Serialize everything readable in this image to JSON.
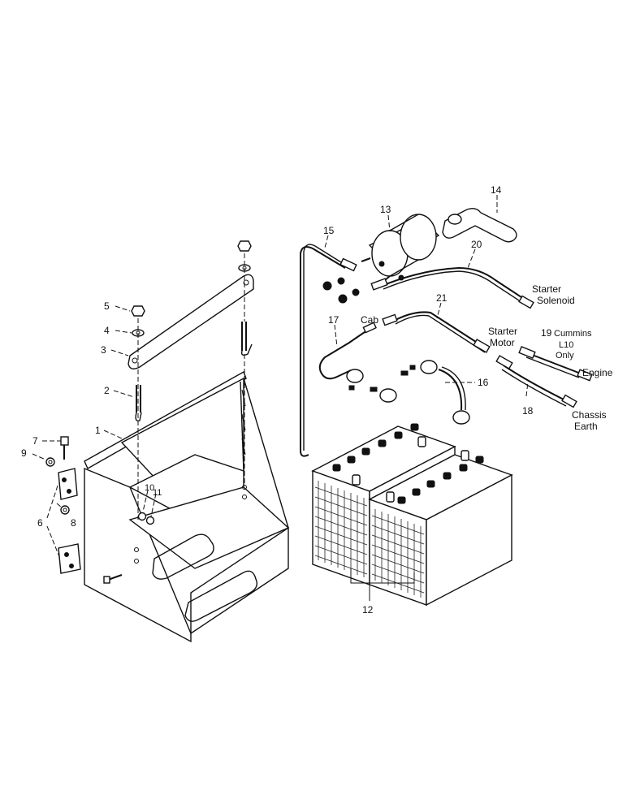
{
  "diagram": {
    "part_labels": [
      "1",
      "2",
      "3",
      "4",
      "5",
      "6",
      "7",
      "8",
      "9",
      "10",
      "11",
      "12",
      "13",
      "14",
      "15",
      "16",
      "17",
      "18",
      "19",
      "20",
      "21"
    ],
    "callouts": {
      "cab": "Cab",
      "starter_solenoid_1": "Starter",
      "starter_solenoid_2": "Solenoid",
      "starter_motor_1": "Starter",
      "starter_motor_2": "Motor",
      "cummins_1": "Cummins",
      "cummins_2": "L10",
      "cummins_3": "Only",
      "engine": "Engine",
      "chassis_1": "Chassis",
      "chassis_2": "Earth"
    }
  }
}
